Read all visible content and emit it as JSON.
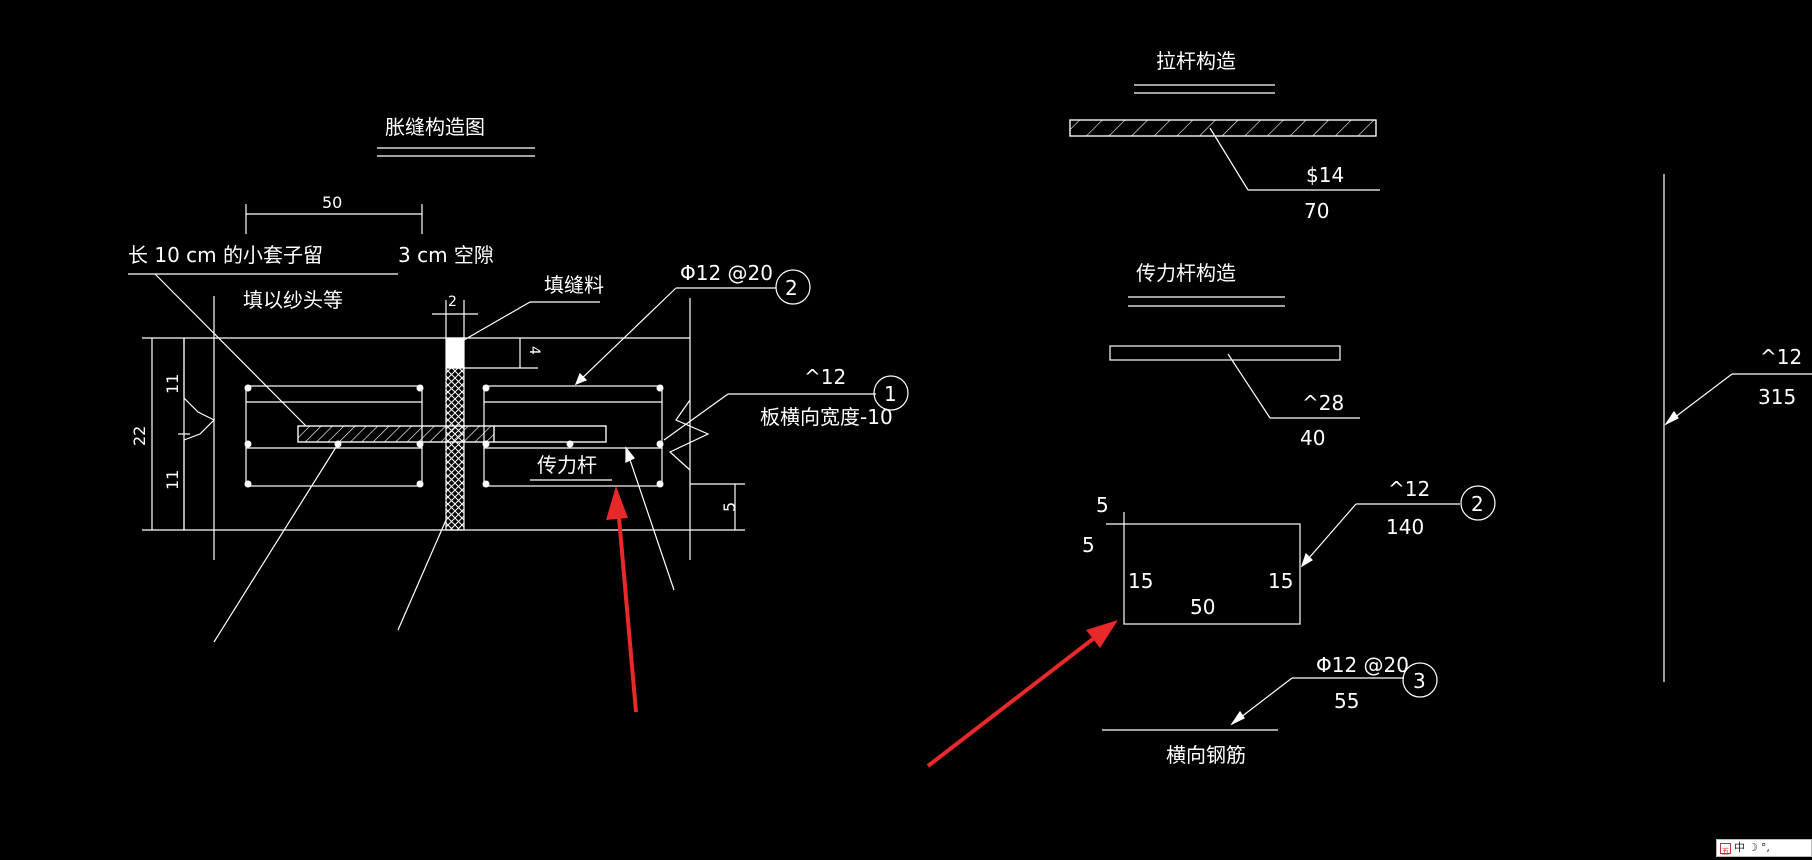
{
  "drawing": {
    "expansion_joint": {
      "title": "胀缝构造图",
      "dim_top": "50",
      "note_sleeve": "长  10 cm  的小套子留",
      "note_gap": "3 cm 空隙",
      "note_fill": "填以纱头等",
      "filler_label": "填缝料",
      "dim_filler_width": "2",
      "dim_filler_depth": "4",
      "dim_upper": "11",
      "dim_lower": "11",
      "dim_total": "22",
      "dim_right": "5",
      "rebar1_spec": "Φ12 @20",
      "rebar1_number": "2",
      "rebar2_spec": "^12",
      "rebar2_number": "1",
      "rebar2_note": "板横向宽度-10",
      "dowel_label": "传力杆"
    },
    "tie_bar": {
      "title": "拉杆构造",
      "spec": "$14",
      "length": "70"
    },
    "dowel_bar": {
      "title": "传力杆构造",
      "spec": "^28",
      "length": "40"
    },
    "stirrup": {
      "dim_top": "5",
      "dim_left": "5",
      "dim_side_left": "15",
      "dim_side_right": "15",
      "dim_bottom": "50",
      "spec": "^12",
      "length": "140",
      "number": "2"
    },
    "transverse_rebar": {
      "spec": "Φ12 @20",
      "length": "55",
      "number": "3",
      "title": "横向钢筋"
    },
    "long_bar": {
      "spec": "^12",
      "length": "315"
    }
  },
  "ime": {
    "logo": "五",
    "mode": "中",
    "moon": "☽",
    "punct": "°,"
  },
  "colors": {
    "background": "#000000",
    "line": "#ffffff",
    "annotation_arrow": "#e8292a"
  }
}
